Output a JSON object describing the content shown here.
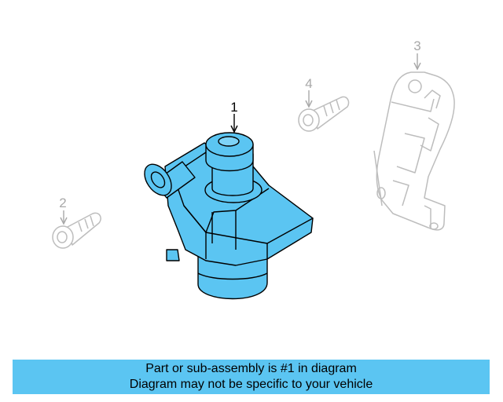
{
  "diagram": {
    "callouts": [
      "1",
      "2",
      "3",
      "4"
    ],
    "colors": {
      "highlight": "#5BC5F2",
      "line": "#000000",
      "ghost": "#BDBDBD",
      "callout_dim": "#A8A8A8"
    }
  },
  "banner": {
    "line1": "Part or sub-assembly is #1 in diagram",
    "line2": "Diagram may not be specific to your vehicle",
    "background": "#5BC5F2"
  }
}
